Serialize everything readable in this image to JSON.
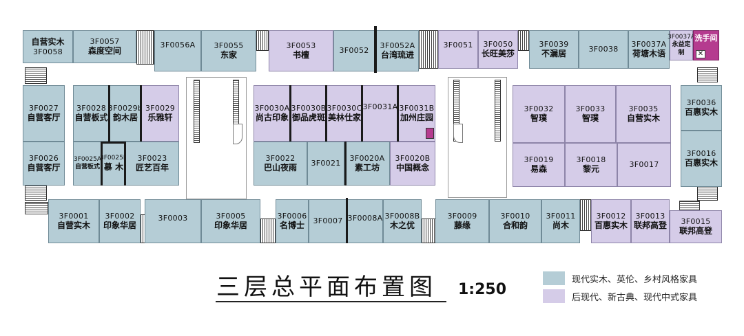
{
  "title": "三层总平面布置图",
  "scale": "1:250",
  "colors": {
    "blue": "#b5cdd6",
    "purple": "#d5cce8",
    "magenta": "#b53b8f"
  },
  "legend": [
    {
      "label": "现代实木、英伦、乡村风格家具",
      "color": "#b5cdd6"
    },
    {
      "label": "后现代、新古典、现代中式家具",
      "color": "#d5cce8"
    }
  ],
  "units": [
    {
      "code": "3F0058",
      "name": "自营实木",
      "color": "blue"
    },
    {
      "code": "3F0057",
      "name": "森度空间",
      "color": "blue"
    },
    {
      "code": "3F0056A",
      "name": "",
      "color": "blue"
    },
    {
      "code": "3F0055",
      "name": "东家",
      "color": "blue"
    },
    {
      "code": "3F0053",
      "name": "书檀",
      "color": "purple"
    },
    {
      "code": "3F0052",
      "name": "",
      "color": "blue"
    },
    {
      "code": "3F0052A",
      "name": "台湾琉进",
      "color": "blue"
    },
    {
      "code": "3F0051",
      "name": "",
      "color": "purple"
    },
    {
      "code": "3F0050",
      "name": "长旺美莎",
      "color": "purple"
    },
    {
      "code": "3F0039",
      "name": "不漏居",
      "color": "blue"
    },
    {
      "code": "3F0038",
      "name": "",
      "color": "blue"
    },
    {
      "code": "3F0037A",
      "name": "荷塘木语",
      "color": "blue"
    },
    {
      "code": "3F0037A",
      "name": "永益定制",
      "color": "purple"
    },
    {
      "code": "",
      "name": "洗手间",
      "color": "magenta"
    },
    {
      "code": "3F0027",
      "name": "自营客厅",
      "color": "blue"
    },
    {
      "code": "3F0026",
      "name": "自营客厅",
      "color": "blue"
    },
    {
      "code": "3F0028",
      "name": "自营板式",
      "color": "blue"
    },
    {
      "code": "3F0029b",
      "name": "韵木居",
      "color": "blue"
    },
    {
      "code": "3F0029",
      "name": "乐雅轩",
      "color": "purple"
    },
    {
      "code": "3F0025A",
      "name": "自营板式",
      "color": "blue"
    },
    {
      "code": "3F0025B",
      "name": "慕 木",
      "color": "blue"
    },
    {
      "code": "3F0023",
      "name": "匠艺百年",
      "color": "blue"
    },
    {
      "code": "3F0030A",
      "name": "尚古印象",
      "color": "purple"
    },
    {
      "code": "3F0030B",
      "name": "御品虎斑",
      "color": "purple"
    },
    {
      "code": "3F0030C",
      "name": "美林仕家",
      "color": "purple"
    },
    {
      "code": "3F0031A",
      "name": "",
      "color": "purple"
    },
    {
      "code": "3F0031B",
      "name": "加州庄园",
      "color": "purple"
    },
    {
      "code": "3F0022",
      "name": "巴山夜雨",
      "color": "blue"
    },
    {
      "code": "3F0021",
      "name": "",
      "color": "blue"
    },
    {
      "code": "3F0020A",
      "name": "素工坊",
      "color": "blue"
    },
    {
      "code": "3F0020B",
      "name": "中国概念",
      "color": "purple"
    },
    {
      "code": "3F0032",
      "name": "智璞",
      "color": "purple"
    },
    {
      "code": "3F0033",
      "name": "智璞",
      "color": "purple"
    },
    {
      "code": "3F0035",
      "name": "自营实木",
      "color": "purple"
    },
    {
      "code": "3F0019",
      "name": "易森",
      "color": "purple"
    },
    {
      "code": "3F0018",
      "name": "黎元",
      "color": "purple"
    },
    {
      "code": "3F0017",
      "name": "",
      "color": "purple"
    },
    {
      "code": "3F0036",
      "name": "百惠实木",
      "color": "blue"
    },
    {
      "code": "3F0016",
      "name": "百惠实木",
      "color": "blue"
    },
    {
      "code": "3F0001",
      "name": "自营实木",
      "color": "blue"
    },
    {
      "code": "3F0002",
      "name": "印象华居",
      "color": "blue"
    },
    {
      "code": "3F0003",
      "name": "",
      "color": "blue"
    },
    {
      "code": "3F0005",
      "name": "印象华居",
      "color": "blue"
    },
    {
      "code": "3F0006",
      "name": "名博士",
      "color": "blue"
    },
    {
      "code": "3F0007",
      "name": "",
      "color": "blue"
    },
    {
      "code": "3F0008A",
      "name": "",
      "color": "blue"
    },
    {
      "code": "3F0008B",
      "name": "木之优",
      "color": "blue"
    },
    {
      "code": "3F0009",
      "name": "藤缘",
      "color": "blue"
    },
    {
      "code": "3F0010",
      "name": "合和韵",
      "color": "blue"
    },
    {
      "code": "3F0011",
      "name": "尚木",
      "color": "blue"
    },
    {
      "code": "3F0012",
      "name": "百惠实木",
      "color": "purple"
    },
    {
      "code": "3F0013",
      "name": "联邦高登",
      "color": "purple"
    },
    {
      "code": "3F0015",
      "name": "联邦高登",
      "color": "purple"
    }
  ]
}
